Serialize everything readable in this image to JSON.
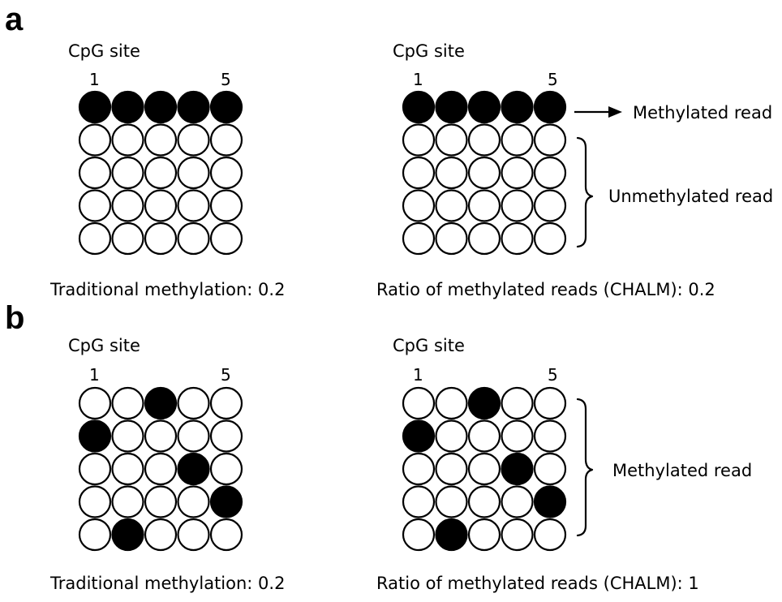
{
  "panels": [
    {
      "letter": "a",
      "left": {
        "cpg_label": "CpG site",
        "site_first": "1",
        "site_last": "5",
        "caption": "Traditional methylation: 0.2",
        "matrix": [
          [
            1,
            1,
            1,
            1,
            1
          ],
          [
            0,
            0,
            0,
            0,
            0
          ],
          [
            0,
            0,
            0,
            0,
            0
          ],
          [
            0,
            0,
            0,
            0,
            0
          ],
          [
            0,
            0,
            0,
            0,
            0
          ]
        ]
      },
      "right": {
        "cpg_label": "CpG site",
        "site_first": "1",
        "site_last": "5",
        "caption": "Ratio of methylated reads (CHALM): 0.2",
        "matrix": [
          [
            1,
            1,
            1,
            1,
            1
          ],
          [
            0,
            0,
            0,
            0,
            0
          ],
          [
            0,
            0,
            0,
            0,
            0
          ],
          [
            0,
            0,
            0,
            0,
            0
          ],
          [
            0,
            0,
            0,
            0,
            0
          ]
        ],
        "arrow_label": "Methylated read",
        "brace_label": "Unmethylated read"
      }
    },
    {
      "letter": "b",
      "left": {
        "cpg_label": "CpG site",
        "site_first": "1",
        "site_last": "5",
        "caption": "Traditional methylation: 0.2",
        "matrix": [
          [
            0,
            0,
            1,
            0,
            0
          ],
          [
            1,
            0,
            0,
            0,
            0
          ],
          [
            0,
            0,
            0,
            1,
            0
          ],
          [
            0,
            0,
            0,
            0,
            1
          ],
          [
            0,
            1,
            0,
            0,
            0
          ]
        ]
      },
      "right": {
        "cpg_label": "CpG site",
        "site_first": "1",
        "site_last": "5",
        "caption": "Ratio of methylated reads (CHALM): 1",
        "matrix": [
          [
            0,
            0,
            1,
            0,
            0
          ],
          [
            1,
            0,
            0,
            0,
            0
          ],
          [
            0,
            0,
            0,
            1,
            0
          ],
          [
            0,
            0,
            0,
            0,
            1
          ],
          [
            0,
            1,
            0,
            0,
            0
          ]
        ],
        "brace_label": "Methylated read"
      }
    }
  ],
  "colors": {
    "methylated": "#000000",
    "unmethylated": "#ffffff",
    "stroke": "#000000"
  }
}
